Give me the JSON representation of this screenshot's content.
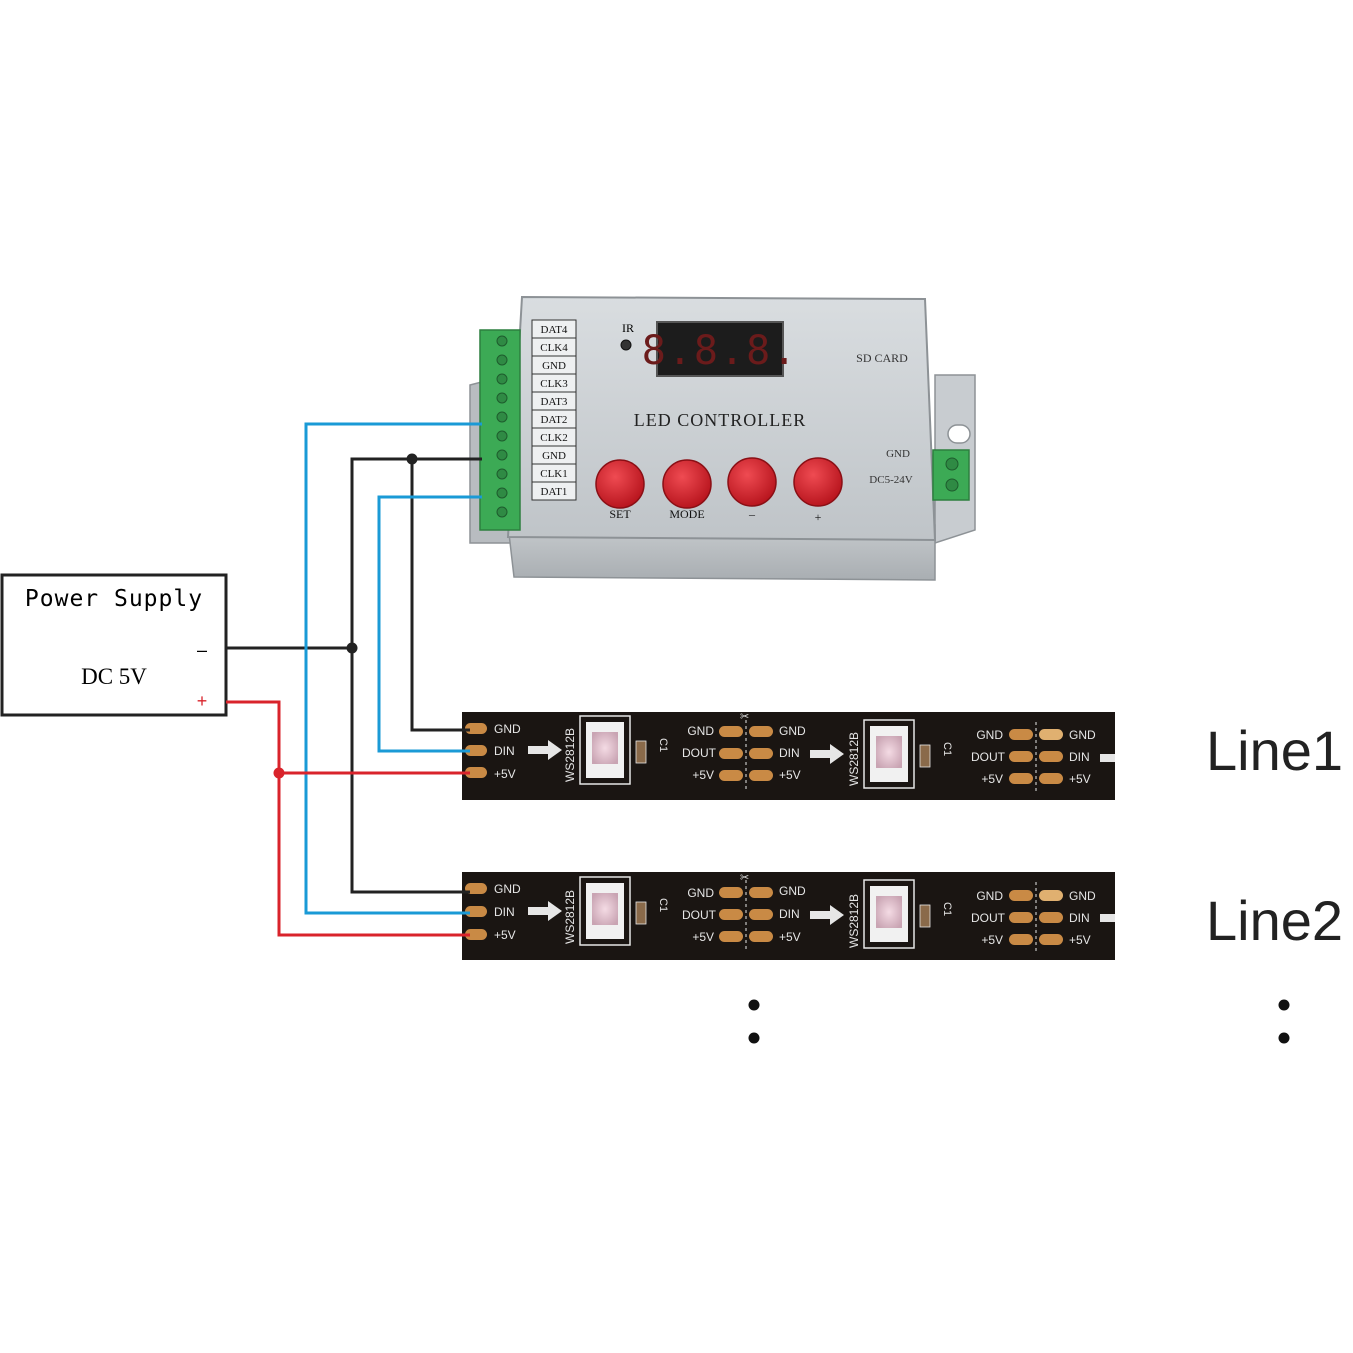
{
  "power_supply": {
    "title": "Power Supply",
    "voltage": "DC 5V",
    "minus": "–",
    "plus": "+"
  },
  "controller": {
    "title": "LED CONTROLLER",
    "ir_label": "IR",
    "sd_label": "SD CARD",
    "display": "8.8.8.",
    "terminals": [
      "DAT4",
      "CLK4",
      "GND",
      "CLK3",
      "DAT3",
      "DAT2",
      "CLK2",
      "GND",
      "CLK1",
      "DAT1"
    ],
    "buttons": [
      "SET",
      "MODE",
      "–",
      "+"
    ],
    "power_gnd": "GND",
    "power_range": "DC5-24V"
  },
  "strips": [
    {
      "line_label": "Line1",
      "pads_left": [
        "GND",
        "DIN",
        "+5V"
      ],
      "chip_label": "WS2812B",
      "cap_label": "C1",
      "pads_mid_left": [
        "GND",
        "DOUT",
        "+5V"
      ],
      "pads_mid_right": [
        "GND",
        "DIN",
        "+5V"
      ]
    },
    {
      "line_label": "Line2",
      "pads_left": [
        "GND",
        "DIN",
        "+5V"
      ],
      "chip_label": "WS2812B",
      "cap_label": "C1",
      "pads_mid_left": [
        "GND",
        "DOUT",
        "+5V"
      ],
      "pads_mid_right": [
        "GND",
        "DIN",
        "+5V"
      ]
    }
  ],
  "colors": {
    "data_wire": "#1a9ad6",
    "gnd_wire": "#222222",
    "power_wire": "#d9232b",
    "button": "#d7232e",
    "terminal_block": "#3caa55",
    "strip": "#1a1512",
    "pad": "#c98a45"
  }
}
